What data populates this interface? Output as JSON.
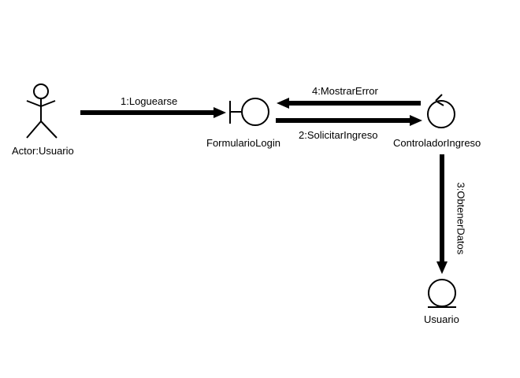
{
  "elements": {
    "actor": {
      "label": "Actor:Usuario",
      "icon": "stick-figure-icon"
    },
    "boundary": {
      "label": "FormularioLogin",
      "icon": "boundary-icon"
    },
    "control": {
      "label": "ControladorIngreso",
      "icon": "control-icon"
    },
    "entity": {
      "label": "Usuario",
      "icon": "entity-icon"
    }
  },
  "messages": {
    "m1": {
      "label": "1:Loguearse",
      "from": "Actor:Usuario",
      "to": "FormularioLogin"
    },
    "m2": {
      "label": "2:SolicitarIngreso",
      "from": "FormularioLogin",
      "to": "ControladorIngreso"
    },
    "m3": {
      "label": "3:ObtenerDatos",
      "from": "ControladorIngreso",
      "to": "Usuario"
    },
    "m4": {
      "label": "4:MostrarError",
      "from": "ControladorIngreso",
      "to": "FormularioLogin"
    }
  },
  "colors": {
    "stroke": "#000000",
    "background": "#ffffff"
  }
}
